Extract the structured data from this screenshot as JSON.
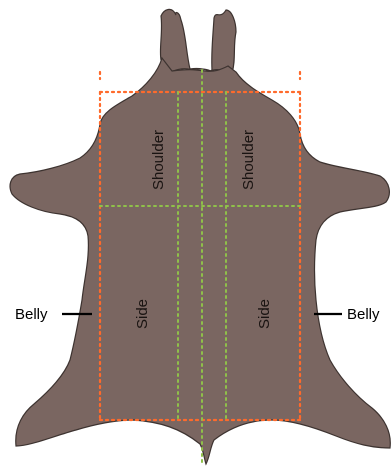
{
  "colors": {
    "hide_fill": "#7a6661",
    "hide_outline": "#3d3330",
    "cut_line": "#ff6a2b",
    "spine_line": "#8fc04a",
    "region_text": "#1a1412",
    "callout_text": "#000000"
  },
  "labels": {
    "shoulder_left": "Shoulder",
    "shoulder_right": "Shoulder",
    "side_left": "Side",
    "side_right": "Side",
    "belly_left": "Belly",
    "belly_right": "Belly"
  }
}
